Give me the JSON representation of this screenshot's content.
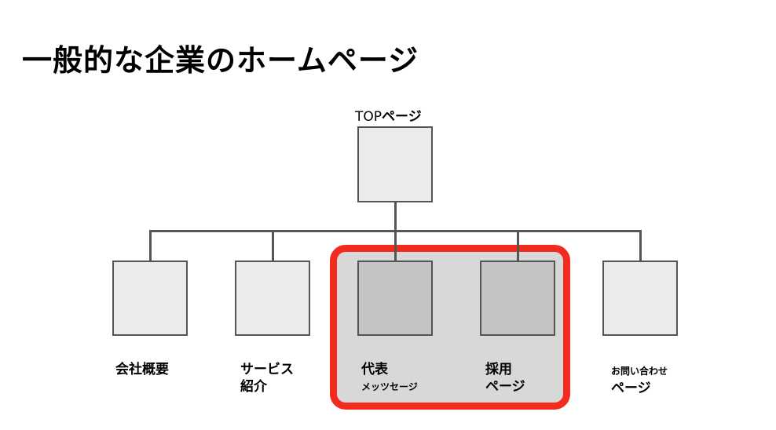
{
  "title": "一般的な企業のホームページ",
  "top": {
    "label_prefix": "TOP",
    "label_suffix": "ページ"
  },
  "children": [
    {
      "line1": "会社概要",
      "line2": ""
    },
    {
      "line1": "サービス",
      "line2": "紹介"
    },
    {
      "line1": "代表",
      "line2": "メッツセージ"
    },
    {
      "line1": "採用",
      "line2": "ページ"
    },
    {
      "line1": "お問い合わせ",
      "line2": "ページ"
    }
  ],
  "colors": {
    "highlight_border": "#f22b1e",
    "highlight_fill": "#d8d8d8",
    "box_fill": "#ebebeb",
    "box_fill_highlighted": "#c4c4c4",
    "line": "#555555"
  }
}
